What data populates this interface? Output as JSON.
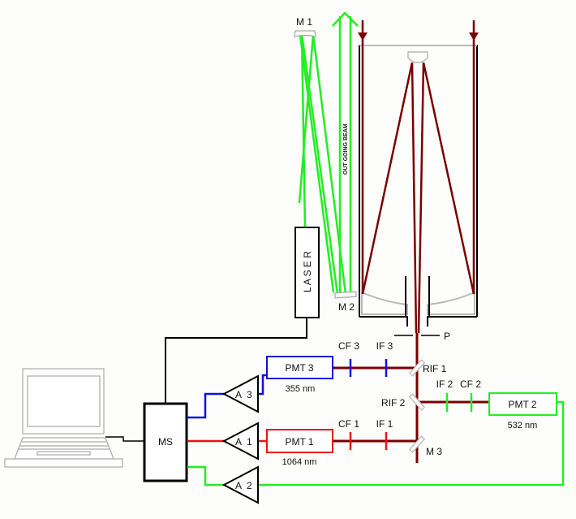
{
  "colors": {
    "laser_beam": "#22ee22",
    "return_beam": "#7a0000",
    "channel_355": "#1010dd",
    "channel_1064": "#ee1111",
    "channel_532": "#22ee22",
    "telescope_gray": "#b8b8b8",
    "wire": "#000000"
  },
  "labels": {
    "mirror1": "M 1",
    "mirror2": "M 2",
    "mirror3": "M 3",
    "outgoing_beam": "OUT GOING BEAM",
    "laser": "L A S E R",
    "pinhole": "P",
    "ms": "MS",
    "rif1": "RIF 1",
    "rif2": "RIF 2"
  },
  "channels": [
    {
      "id": "3",
      "pmt": "PMT 3",
      "wavelength": "355 nm",
      "cf": "CF 3",
      "if": "IF 3",
      "amp": "A  3"
    },
    {
      "id": "1",
      "pmt": "PMT 1",
      "wavelength": "1064 nm",
      "cf": "CF 1",
      "if": "IF 1",
      "amp": "A  1"
    },
    {
      "id": "2",
      "pmt": "PMT 2",
      "wavelength": "532 nm",
      "cf": "CF 2",
      "if": "IF 2",
      "amp": "A  2"
    }
  ]
}
